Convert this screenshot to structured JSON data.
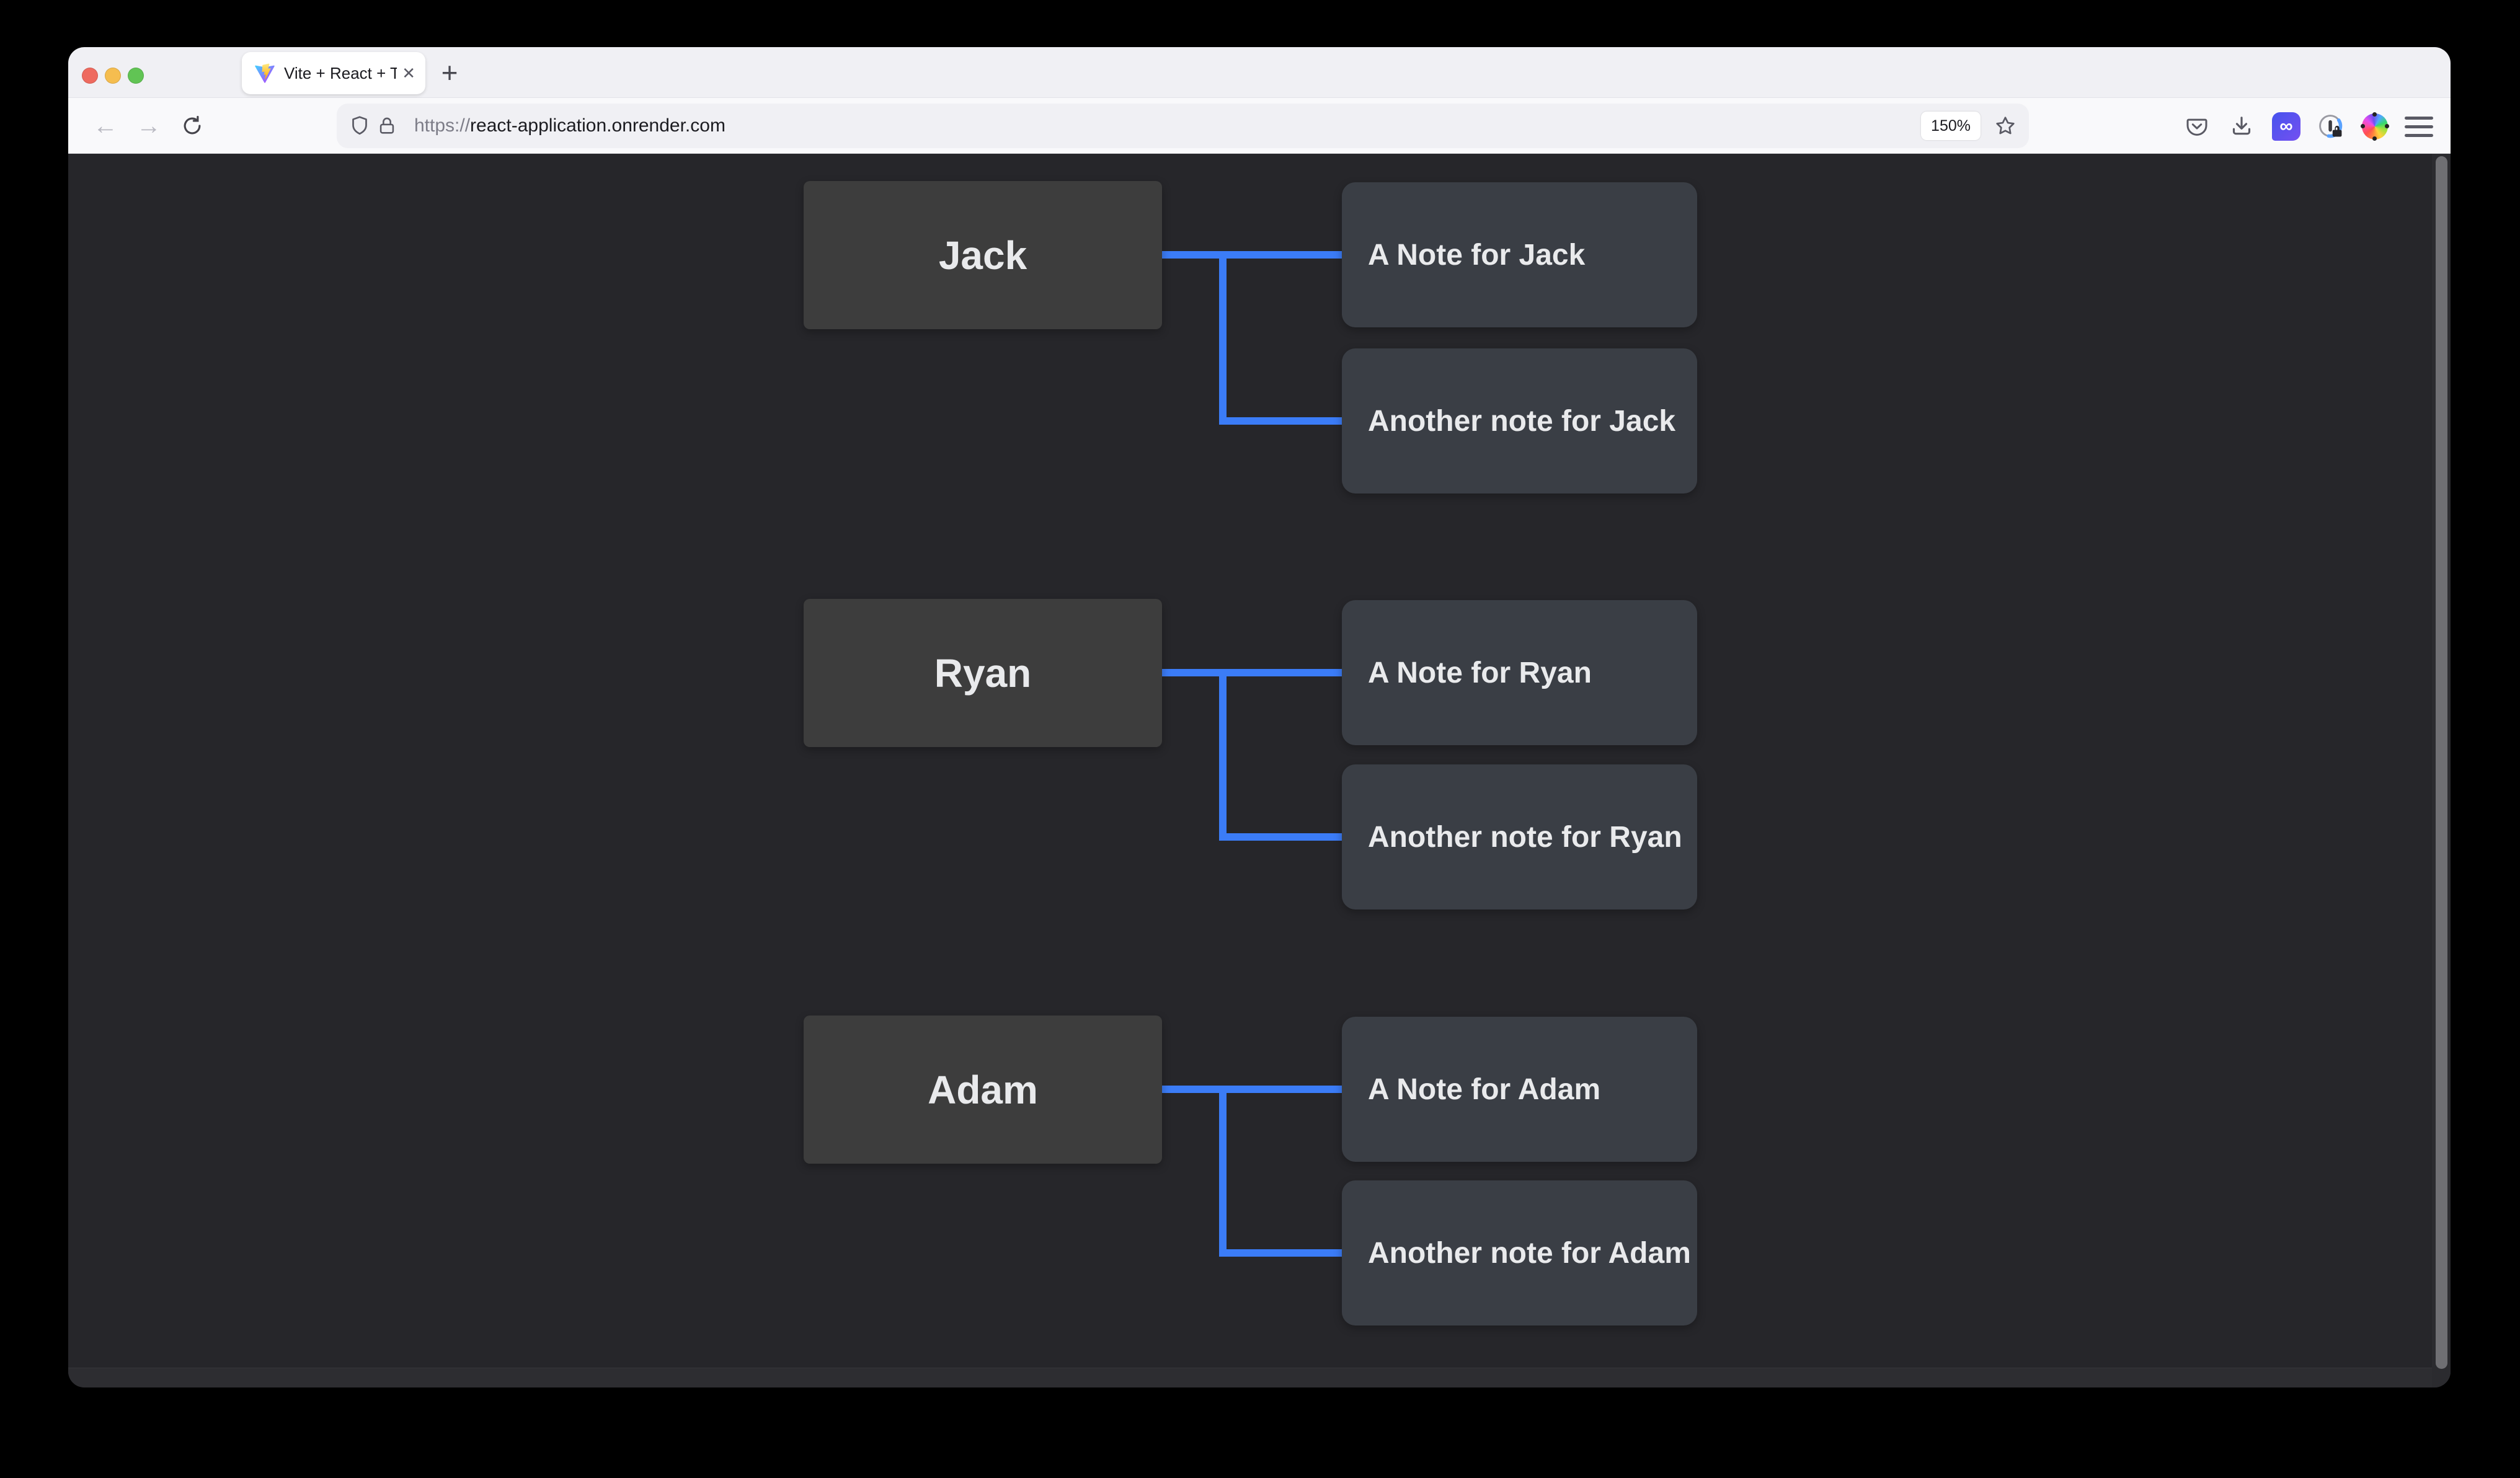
{
  "tab": {
    "title": "Vite + React + TS",
    "close_glyph": "✕"
  },
  "tabbar": {
    "new_tab_glyph": "+"
  },
  "nav": {
    "back_glyph": "←",
    "forward_glyph": "→"
  },
  "urlbar": {
    "scheme": "https://",
    "host": "react-application.onrender.com",
    "zoom_badge": "150%"
  },
  "extensions": {
    "link_badge_glyph": "∞"
  },
  "colors": {
    "edge_blue": "#3b7cf7",
    "parent_node_bg": "#3d3d3d",
    "note_node_bg": "#3a3e45",
    "canvas_bg": "#26262a",
    "node_text": "#e9eaec"
  },
  "rows": [
    {
      "parent": "Jack",
      "notes": [
        "A Note for Jack",
        "Another note for Jack"
      ]
    },
    {
      "parent": "Ryan",
      "notes": [
        "A Note for Ryan",
        "Another note for Ryan"
      ]
    },
    {
      "parent": "Adam",
      "notes": [
        "A Note for Adam",
        "Another note for Adam"
      ]
    }
  ]
}
